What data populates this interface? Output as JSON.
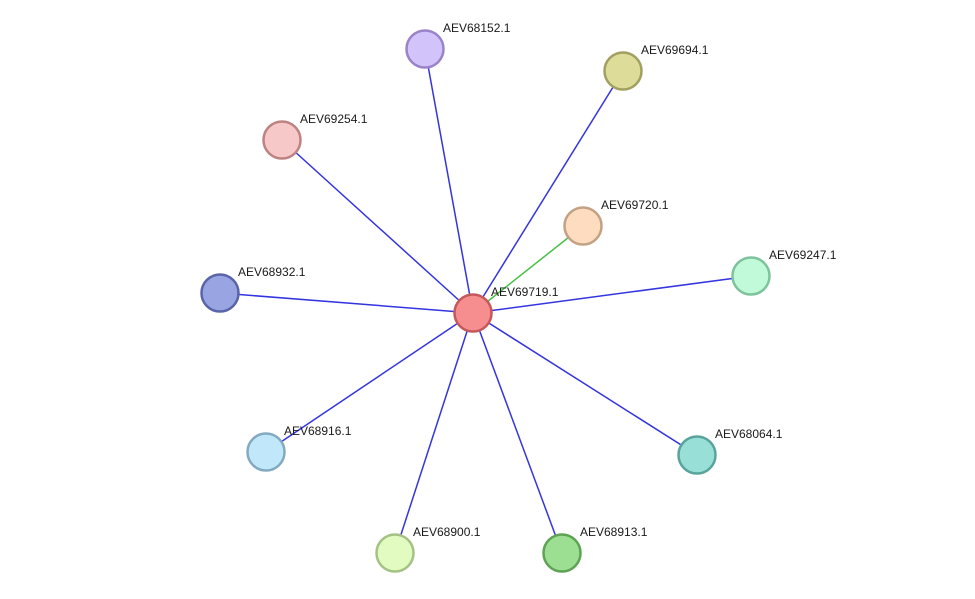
{
  "network": {
    "center": "AEV69719.1",
    "nodes": [
      {
        "id": "AEV69719.1",
        "label": "AEV69719.1",
        "fill": "#f68d8e",
        "stroke": "#c4585a"
      },
      {
        "id": "AEV68152.1",
        "label": "AEV68152.1",
        "fill": "#d2c3fa",
        "stroke": "#9a83c8"
      },
      {
        "id": "AEV69694.1",
        "label": "AEV69694.1",
        "fill": "#dedc99",
        "stroke": "#a2a060"
      },
      {
        "id": "AEV69254.1",
        "label": "AEV69254.1",
        "fill": "#f6c8c8",
        "stroke": "#bd8383"
      },
      {
        "id": "AEV69720.1",
        "label": "AEV69720.1",
        "fill": "#fedcc0",
        "stroke": "#c2a184"
      },
      {
        "id": "AEV69247.1",
        "label": "AEV69247.1",
        "fill": "#c1fad9",
        "stroke": "#7dc39c"
      },
      {
        "id": "AEV68932.1",
        "label": "AEV68932.1",
        "fill": "#99a4e2",
        "stroke": "#5a64a8"
      },
      {
        "id": "AEV68916.1",
        "label": "AEV68916.1",
        "fill": "#c0e7fa",
        "stroke": "#84aac2"
      },
      {
        "id": "AEV68064.1",
        "label": "AEV68064.1",
        "fill": "#98dfd7",
        "stroke": "#58a49c"
      },
      {
        "id": "AEV68900.1",
        "label": "AEV68900.1",
        "fill": "#e1fbc0",
        "stroke": "#a4c284"
      },
      {
        "id": "AEV68913.1",
        "label": "AEV68913.1",
        "fill": "#9ddf92",
        "stroke": "#5ea354"
      }
    ],
    "edges": [
      {
        "source": "AEV69719.1",
        "target": "AEV68152.1",
        "color": "#3434e0"
      },
      {
        "source": "AEV69719.1",
        "target": "AEV69694.1",
        "color": "#3434e0"
      },
      {
        "source": "AEV69719.1",
        "target": "AEV69254.1",
        "color": "#3434e0"
      },
      {
        "source": "AEV69719.1",
        "target": "AEV69720.1",
        "color": "#46c046"
      },
      {
        "source": "AEV69719.1",
        "target": "AEV69247.1",
        "color": "#3434e0"
      },
      {
        "source": "AEV69719.1",
        "target": "AEV68932.1",
        "color": "#3434e0"
      },
      {
        "source": "AEV69719.1",
        "target": "AEV68916.1",
        "color": "#3434e0"
      },
      {
        "source": "AEV69719.1",
        "target": "AEV68064.1",
        "color": "#3434e0"
      },
      {
        "source": "AEV69719.1",
        "target": "AEV68900.1",
        "color": "#3434e0"
      },
      {
        "source": "AEV69719.1",
        "target": "AEV68913.1",
        "color": "#3434e0"
      }
    ]
  }
}
